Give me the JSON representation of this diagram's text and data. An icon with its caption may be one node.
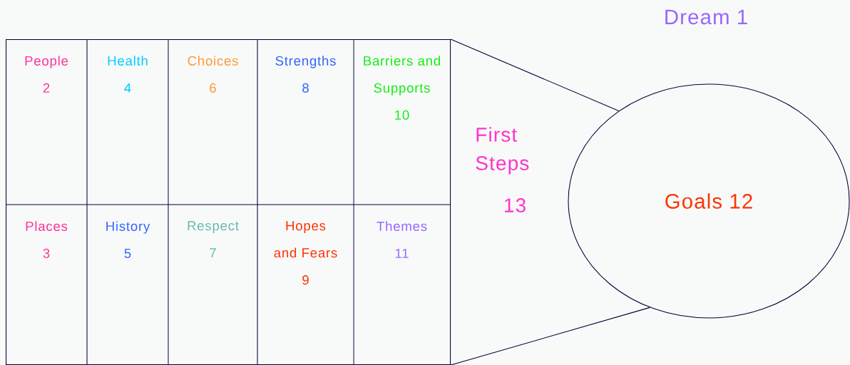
{
  "diagram": {
    "title": "Dream 1",
    "nodes": [
      {
        "text": [],
        "shape": "box"
      },
      {
        "text": [
          "People",
          "2"
        ],
        "in": 0
      },
      {
        "text": [
          "Health",
          "4"
        ],
        "in": 0
      },
      {
        "text": [
          "Choices",
          "6"
        ],
        "in": 0
      },
      {
        "text": [
          "Strengths",
          "8"
        ],
        "in": 0
      },
      {
        "text": [
          "Barriers and Supports",
          "10"
        ],
        "in": 0
      },
      {
        "text": [
          "Places",
          "3"
        ],
        "in": 0
      },
      {
        "text": [
          "History",
          "5"
        ],
        "in": 0
      },
      {
        "text": [
          "Respect",
          "7"
        ],
        "in": 0
      },
      {
        "text": [
          "Hopes and Fears",
          "9"
        ],
        "in": 0
      },
      {
        "text": [
          "Themes",
          "11"
        ],
        "in": 0
      },
      {
        "text": [
          "Goals 12"
        ]
      }
    ],
    "edges": [
      {
        "from": 0,
        "to": 11,
        "arrow": "none"
      },
      {
        "from": 0,
        "to": 11,
        "arrow": "none"
      }
    ],
    "labels": [
      "First Steps",
      "13"
    ]
  }
}
